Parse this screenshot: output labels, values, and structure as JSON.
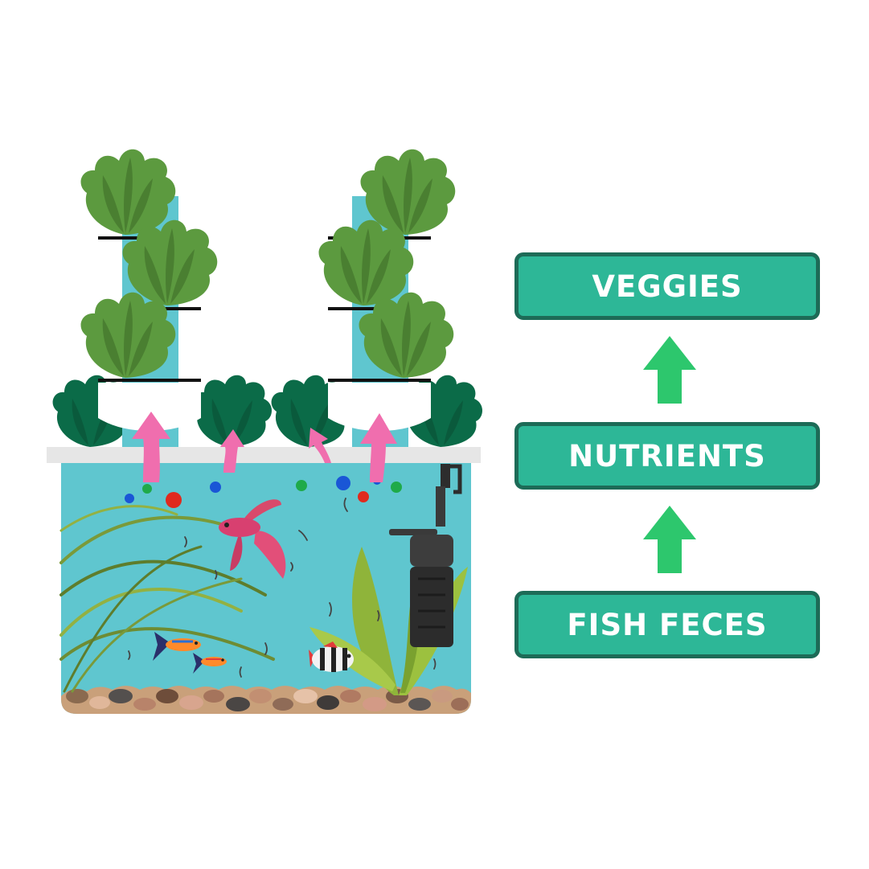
{
  "flow": {
    "top_label": "VEGGIES",
    "middle_label": "NUTRIENTS",
    "bottom_label": "FISH FECES",
    "arrow_color": "#2dc76d"
  },
  "colors": {
    "box_fill": "#2db797",
    "box_border": "#1d6b57",
    "water": "#5fc6cf",
    "lettuce_light": "#5c9a3f",
    "lettuce_dark": "#0b6b48",
    "pink_arrow": "#f06eae",
    "shelf": "#e6e6e6"
  },
  "illustration": {
    "scene": "aquarium-with-plant-towers",
    "fish": [
      "betta-fish",
      "guppy-fish",
      "guppy-fish",
      "striped-fish"
    ],
    "nutrient_dots": [
      "blue",
      "green",
      "red"
    ]
  }
}
